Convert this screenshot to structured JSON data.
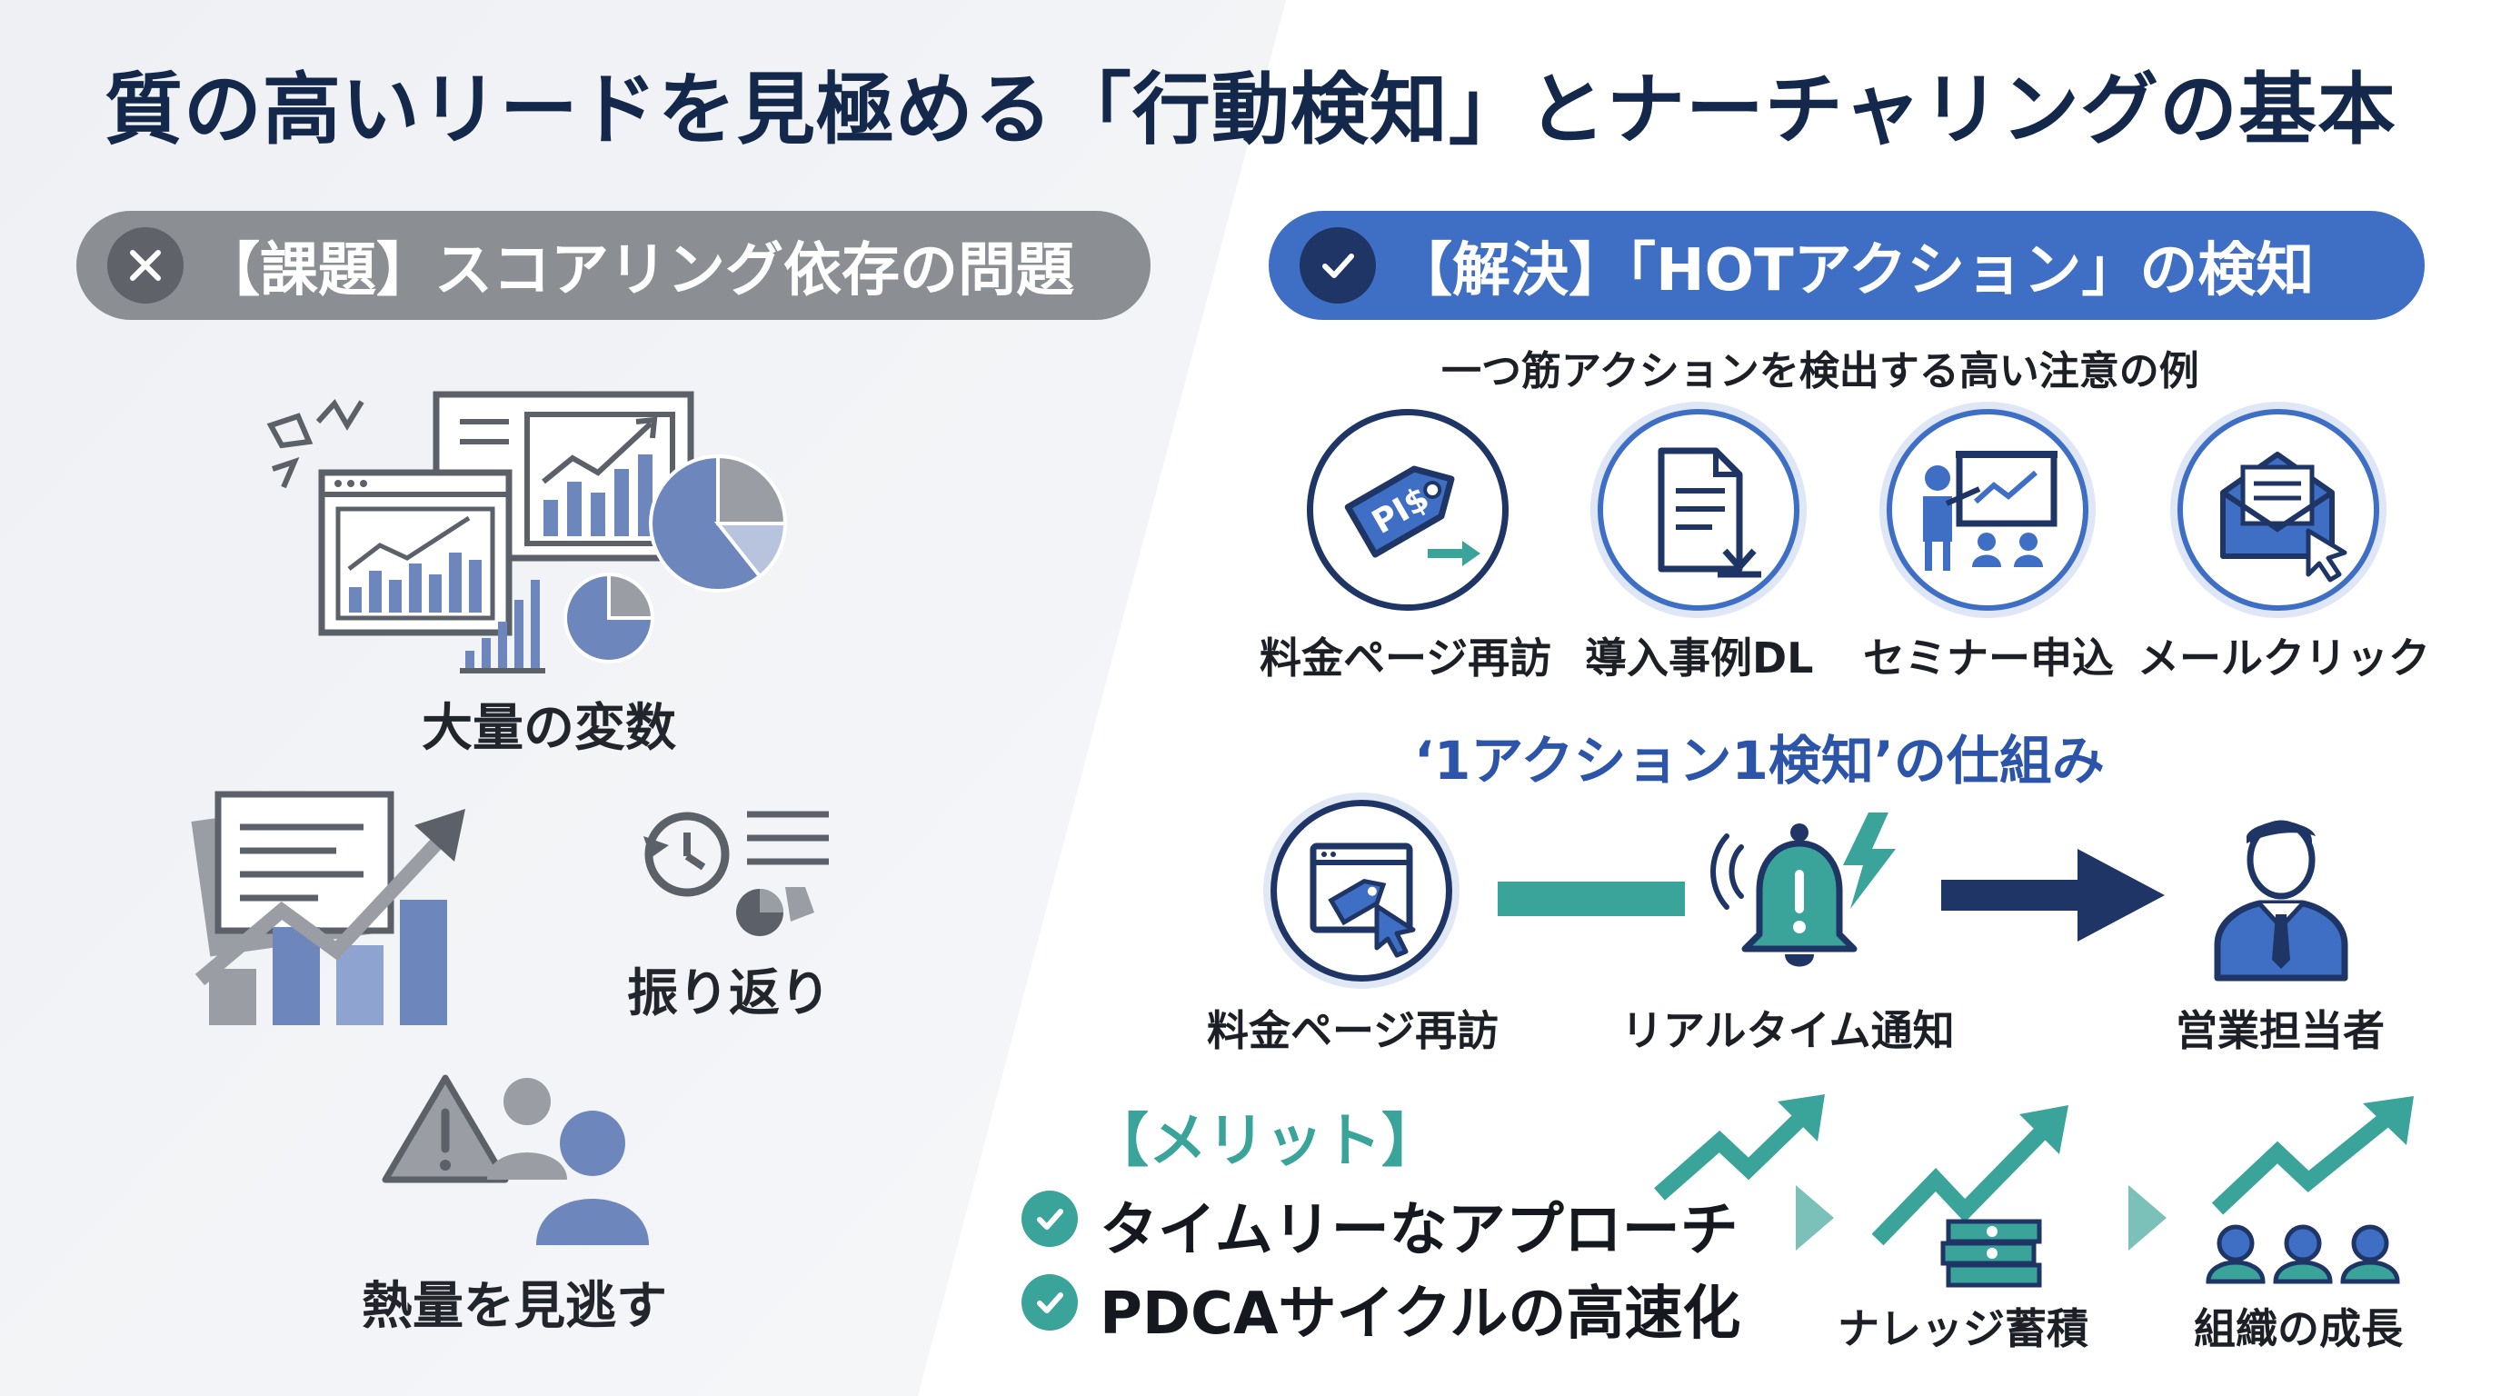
{
  "title": "質の高いリードを見極める「行動検知」とナーチャリングの基本",
  "left": {
    "header": "【課題】スコアリング依存の問題",
    "labels": {
      "variables": "大量の変数",
      "review": "振り返り",
      "miss": "熱量を見逃す"
    }
  },
  "right": {
    "header": "【解決】「HOTアクション」の検知",
    "examples_title": "一つ筋アクションを検出する高い注意の例",
    "examples": [
      {
        "label": "料金ページ再訪",
        "icon": "price-tag-icon",
        "tag_text": "PI$"
      },
      {
        "label": "導入事例DL",
        "icon": "document-download-icon"
      },
      {
        "label": "セミナー申込",
        "icon": "seminar-presenter-icon"
      },
      {
        "label": "メールクリック",
        "icon": "email-click-icon"
      }
    ],
    "mechanism_title": "‘1アクション1検知’の仕組み",
    "flow": [
      {
        "label": "料金ページ再訪",
        "icon": "browser-tag-click-icon"
      },
      {
        "label": "リアルタイム通知",
        "icon": "alarm-bell-icon"
      },
      {
        "label": "営業担当者",
        "icon": "sales-person-icon"
      }
    ],
    "merit": {
      "title": "【メリット】",
      "items": [
        "タイムリーなアプローチ",
        "PDCAサイクルの高速化"
      ],
      "stages": [
        "ナレッジ蓄積",
        "組織の成長"
      ]
    }
  },
  "colors": {
    "navy": "#1e3566",
    "blue": "#3f6fc4",
    "teal": "#3aa39a",
    "gray_pill": "#8b8e93",
    "slate_blue": "#6d87bd"
  }
}
